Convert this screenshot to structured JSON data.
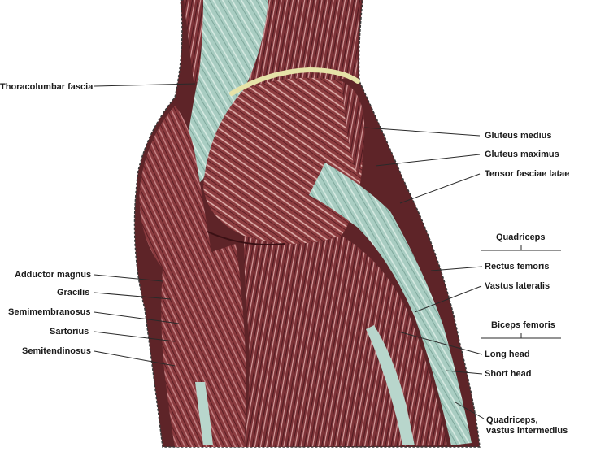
{
  "labels": {
    "thoracolumbar_fascia": "Thoracolumbar fascia",
    "gluteus_medius": "Gluteus medius",
    "gluteus_maximus": "Gluteus maximus",
    "tensor_fasciae_latae": "Tensor fasciae latae",
    "quadriceps_heading": "Quadriceps",
    "rectus_femoris": "Rectus femoris",
    "vastus_lateralis": "Vastus lateralis",
    "biceps_femoris_heading": "Biceps femoris",
    "long_head": "Long head",
    "short_head": "Short head",
    "quadriceps_vastus_intermedius_line1": "Quadriceps,",
    "quadriceps_vastus_intermedius_line2": "vastus intermedius",
    "adductor_magnus": "Adductor magnus",
    "gracilis": "Gracilis",
    "semimembranosus": "Semimembranosus",
    "sartorius": "Sartorius",
    "semitendinosus": "Semitendinosus"
  },
  "colors": {
    "background": "#ffffff",
    "muscle": "#8a3a3e",
    "muscle_dark": "#5a1e24",
    "fascia": "#9cc4b8",
    "fascia_light": "#c8e0d6",
    "crest": "#e6e2a8",
    "text": "#1a1a1a"
  }
}
